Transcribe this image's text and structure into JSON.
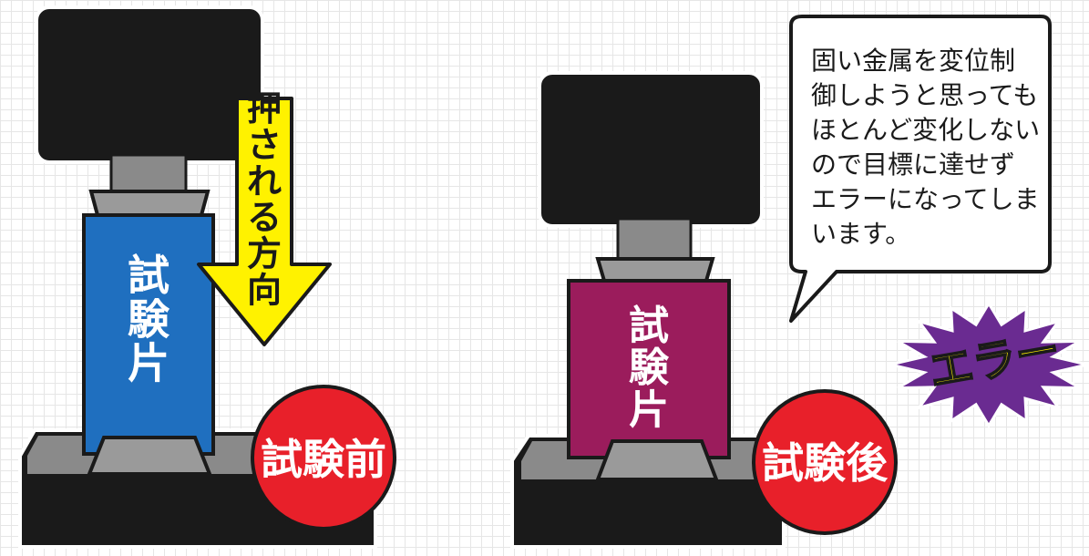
{
  "before": {
    "specimen_label": "試験片",
    "direction_label": "押される方向",
    "stage_badge": "試験前"
  },
  "after": {
    "specimen_label": "試験片",
    "stage_badge": "試験後",
    "speech_lines": [
      "固い金属を変位制",
      "御しようと思っても",
      "ほとんど変化しない",
      "ので目標に達せず",
      "エラーになってしま",
      "います。"
    ],
    "error_badge": "エラー"
  },
  "colors": {
    "specimen_before": "#1f6fbf",
    "specimen_after": "#9b1c5c",
    "arrow": "#fff200",
    "badge": "#e8202a",
    "error_star": "#6a2b91",
    "error_text": "#fff200",
    "machine": "#1a1a1a",
    "metal": "#9a9a9a"
  }
}
